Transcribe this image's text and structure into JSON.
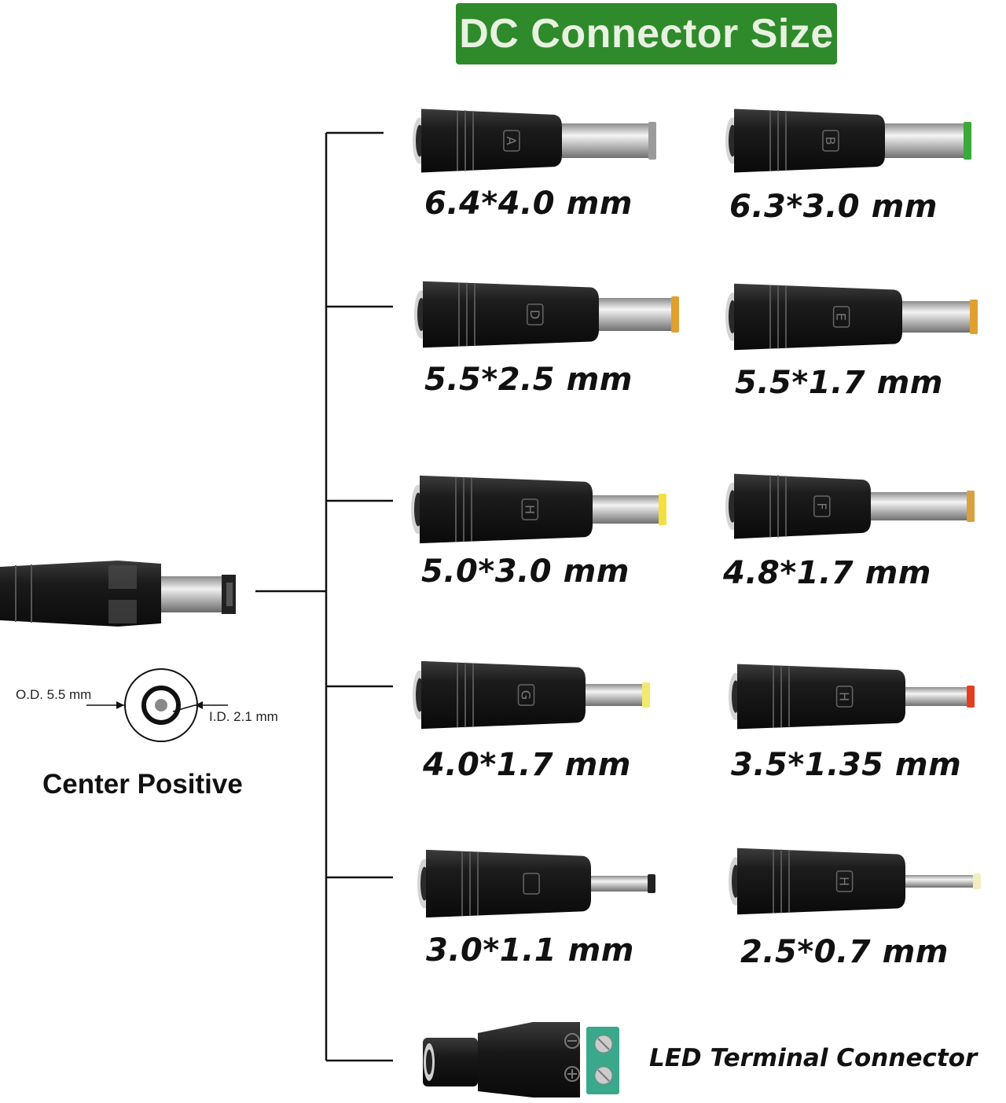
{
  "title": "DC Connector Size",
  "center": {
    "label": "Center Positive",
    "od_label": "O.D.  5.5 mm",
    "id_label": "I.D.  2.1 mm"
  },
  "connectors": [
    {
      "letter": "A",
      "size": "6.4*4.0 mm",
      "tip_color": "#9a9a9a"
    },
    {
      "letter": "B",
      "size": "6.3*3.0 mm",
      "tip_color": "#3aa83a"
    },
    {
      "letter": "D",
      "size": "5.5*2.5 mm",
      "tip_color": "#e0a030"
    },
    {
      "letter": "E",
      "size": "5.5*1.7 mm",
      "tip_color": "#e0a030"
    },
    {
      "letter": "H",
      "size": "5.0*3.0 mm",
      "tip_color": "#f0e040"
    },
    {
      "letter": "F",
      "size": "4.8*1.7 mm",
      "tip_color": "#d9a040"
    },
    {
      "letter": "G",
      "size": "4.0*1.7 mm",
      "tip_color": "#f5e870"
    },
    {
      "letter": "H",
      "size": "3.5*1.35 mm",
      "tip_color": "#e04020"
    },
    {
      "letter": "",
      "size": "3.0*1.1 mm",
      "tip_color": "#222222"
    },
    {
      "letter": "H",
      "size": "2.5*0.7 mm",
      "tip_color": "#f2eec0"
    }
  ],
  "led": {
    "label": "LED Terminal  Connector",
    "terminal_color": "#3aa88a"
  },
  "colors": {
    "title_bg": "#2f8a2c",
    "title_text": "#e8f2e0",
    "plug_body": "#1a1a1a"
  }
}
